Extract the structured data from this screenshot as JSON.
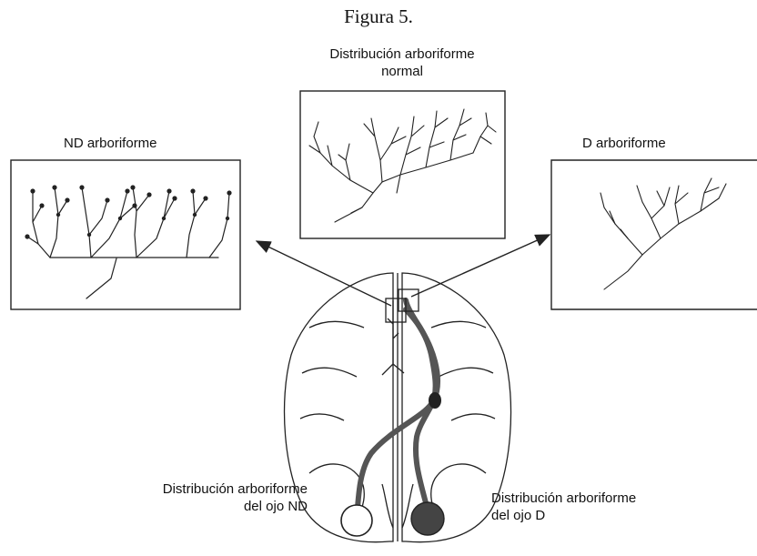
{
  "figure": {
    "title": "Figura 5."
  },
  "panels": {
    "normal": {
      "label_line1": "Distribución arboriforme",
      "label_line2": "normal"
    },
    "nd": {
      "label": "ND arboriforme"
    },
    "d": {
      "label": "D arboriforme"
    }
  },
  "brain_labels": {
    "left_line1": "Distribución arboriforme",
    "left_line2": "del ojo ND",
    "right_line1": "Distribución arboriforme",
    "right_line2": "del ojo D"
  },
  "colors": {
    "ink": "#111111",
    "pathway": "#555555",
    "dominant_eye_fill": "#444444"
  }
}
